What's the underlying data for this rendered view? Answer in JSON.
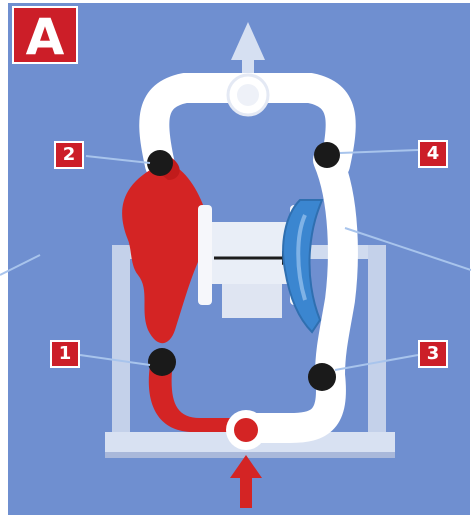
{
  "panel": {
    "label": "A",
    "background_color": "#6f8fd0"
  },
  "callouts": {
    "c1": "1",
    "c2": "2",
    "c3": "3",
    "c4": "4"
  },
  "colors": {
    "pumped_fluid": "#d42424",
    "diaphragm_right": "#3b86d0",
    "manifold": "#ffffff",
    "base_frame": "#b8c6e4",
    "check_ball": "#1a1a1a",
    "callout_bg": "#cc1e28",
    "leader_line": "#a8c4ec"
  },
  "flow": {
    "outlet_arrow_icon": "arrow-up-icon",
    "inlet_arrow_icon": "arrow-up-icon",
    "shaft_arrow_icon": "arrow-right-icon"
  }
}
